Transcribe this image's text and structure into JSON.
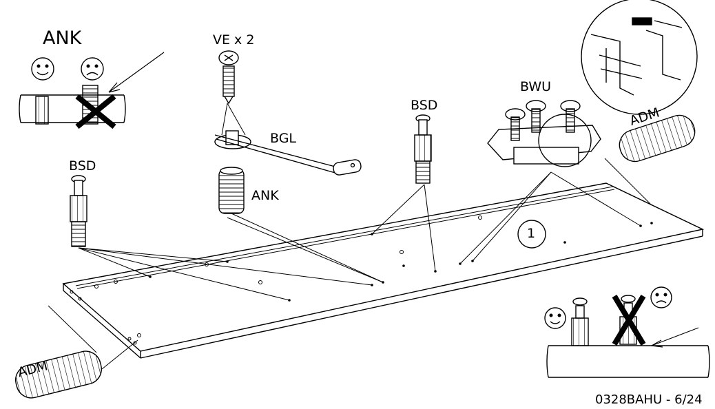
{
  "labels": {
    "ank_top": "ANK",
    "ve": "VE x 2",
    "bgl": "BGL",
    "ank_part": "ANK",
    "bsd_left": "BSD",
    "bsd_mid": "BSD",
    "bwu": "BWU",
    "adm_right": "ADM",
    "adm_left": "ADM",
    "step": "1",
    "doc_id": "0328BAHU - 6/24"
  }
}
